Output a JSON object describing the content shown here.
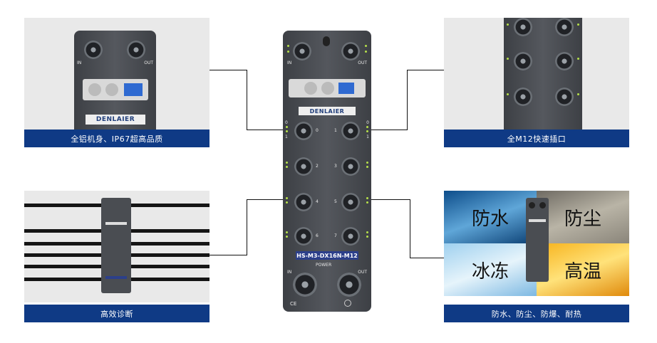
{
  "captions": {
    "top_left": "全铝机身、IP67超高品质",
    "top_right": "全M12快速插口",
    "bottom_left": "高效诊断",
    "bottom_right": "防水、防尘、防爆、耐热"
  },
  "device": {
    "port_in": "IN",
    "port_out": "OUT",
    "brand": "DENLAIER",
    "model": "HS-M3-DX16N-M12",
    "power_label": "POWER",
    "ce_mark": "CE",
    "port_numbers": [
      "0",
      "1",
      "2",
      "3",
      "4",
      "5",
      "6",
      "7"
    ],
    "led_zero": "0",
    "led_one": "1"
  },
  "feature_labels": {
    "waterproof": "防水",
    "dustproof": "防尘",
    "antifreeze": "冰冻",
    "high_temp": "高温"
  },
  "colors": {
    "caption_bg": "#0f3a85",
    "led": "#b6e04a",
    "housing": "#4a4d52"
  }
}
